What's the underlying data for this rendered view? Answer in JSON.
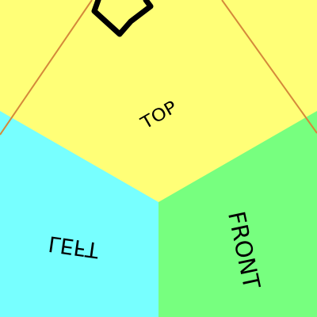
{
  "faces": {
    "top": {
      "label": "TOP",
      "color": "#ffff77"
    },
    "left": {
      "label": "LEFT",
      "color": "#77ffff"
    },
    "front": {
      "label": "FRONT",
      "color": "#77ff7f"
    }
  },
  "edge_color": "#d4893a",
  "mark_color": "#000000"
}
